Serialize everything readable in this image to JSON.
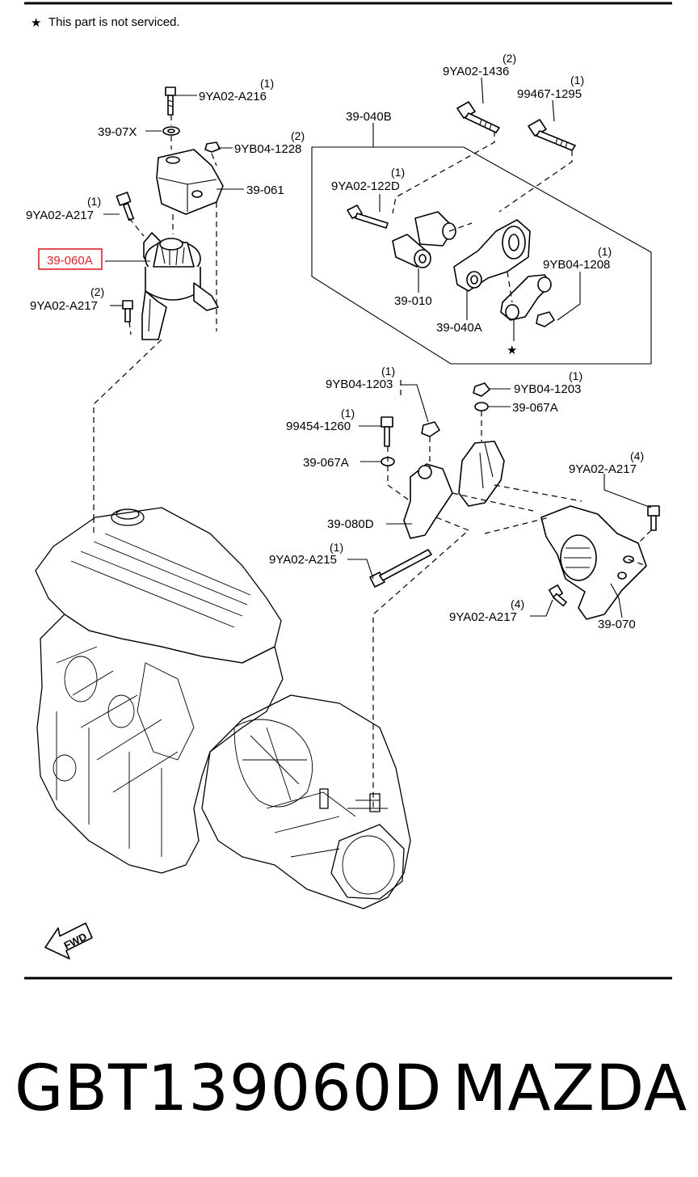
{
  "note": {
    "star_symbol": "★",
    "text": "This part is not serviced."
  },
  "labels": {
    "l_9ya02_a216": "9YA02-A216",
    "q_a216": "(1)",
    "l_39_07x": "39-07X",
    "l_9yb04_1228": "9YB04-1228",
    "q_1228": "(2)",
    "l_39_061": "39-061",
    "l_9ya02_a217_top": "9YA02-A217",
    "q_a217_top": "(1)",
    "l_39_060a": "39-060A",
    "l_9ya02_a217_left": "9YA02-A217",
    "q_a217_left": "(2)",
    "l_39_040b": "39-040B",
    "l_9ya02_1436": "9YA02-1436",
    "q_1436": "(2)",
    "l_99467_1295": "99467-1295",
    "q_1295": "(1)",
    "l_9ya02_122d": "9YA02-122D",
    "q_122d": "(1)",
    "l_9yb04_1208": "9YB04-1208",
    "q_1208": "(1)",
    "l_39_010": "39-010",
    "l_39_040a": "39-040A",
    "l_9yb04_1203_a": "9YB04-1203",
    "q_1203_a": "(1)",
    "l_9yb04_1203_b": "9YB04-1203",
    "q_1203_b": "(1)",
    "l_39_067a_right": "39-067A",
    "l_99454_1260": "99454-1260",
    "q_1260": "(1)",
    "l_39_067a_left": "39-067A",
    "l_9ya02_a217_right": "9YA02-A217",
    "q_a217_right": "(4)",
    "l_39_080d": "39-080D",
    "l_9ya02_a215": "9YA02-A215",
    "q_a215": "(1)",
    "l_9ya02_a217_bottom": "9YA02-A217",
    "q_a217_bottom": "(4)",
    "l_39_070": "39-070",
    "fwd": "FWD"
  },
  "colors": {
    "highlight": "#e0202a",
    "ink": "#000000",
    "background": "#ffffff"
  },
  "footer": {
    "part_number": "GBT139060D",
    "brand": "MAZDA"
  }
}
